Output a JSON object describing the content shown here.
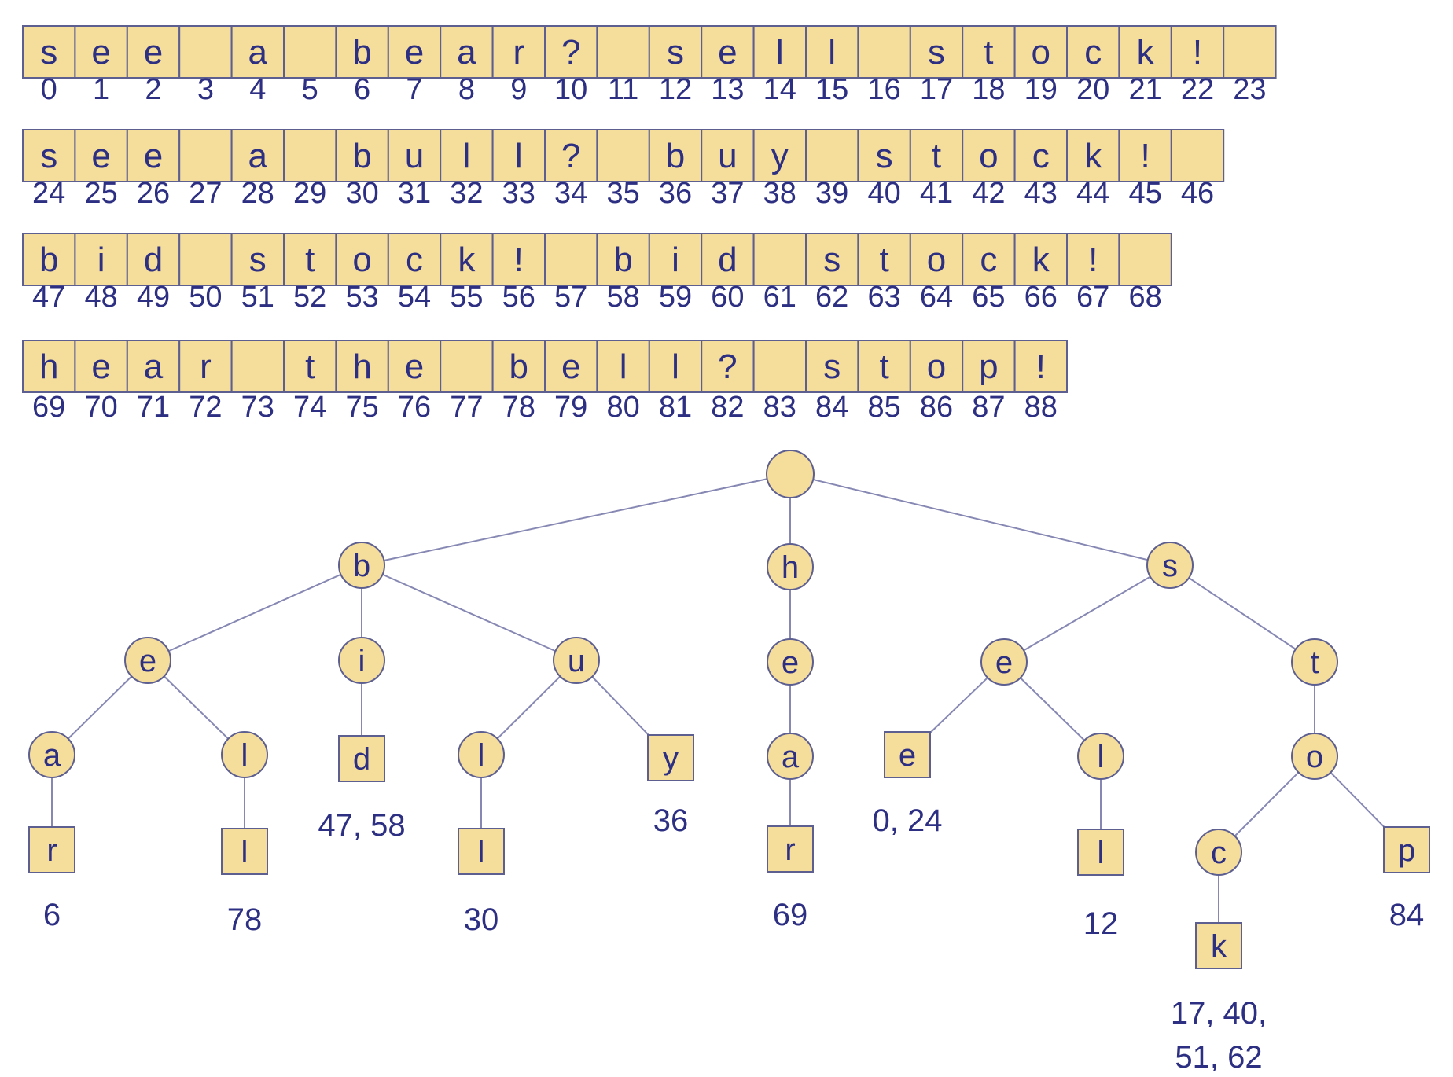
{
  "strings": [
    {
      "chars": [
        "s",
        "e",
        "e",
        " ",
        "a",
        " ",
        "b",
        "e",
        "a",
        "r",
        "?",
        " ",
        "s",
        "e",
        "l",
        "l",
        " ",
        "s",
        "t",
        "o",
        "c",
        "k",
        "!",
        " "
      ],
      "indices": [
        "0",
        "1",
        "2",
        "3",
        "4",
        "5",
        "6",
        "7",
        "8",
        "9",
        "10",
        "11",
        "12",
        "13",
        "14",
        "15",
        "16",
        "17",
        "18",
        "19",
        "20",
        "21",
        "22",
        "23"
      ]
    },
    {
      "chars": [
        "s",
        "e",
        "e",
        " ",
        "a",
        " ",
        "b",
        "u",
        "l",
        "l",
        "?",
        " ",
        "b",
        "u",
        "y",
        " ",
        "s",
        "t",
        "o",
        "c",
        "k",
        "!",
        " "
      ],
      "indices": [
        "24",
        "25",
        "26",
        "27",
        "28",
        "29",
        "30",
        "31",
        "32",
        "33",
        "34",
        "35",
        "36",
        "37",
        "38",
        "39",
        "40",
        "41",
        "42",
        "43",
        "44",
        "45",
        "46"
      ]
    },
    {
      "chars": [
        "b",
        "i",
        "d",
        " ",
        "s",
        "t",
        "o",
        "c",
        "k",
        "!",
        " ",
        "b",
        "i",
        "d",
        " ",
        "s",
        "t",
        "o",
        "c",
        "k",
        "!",
        " "
      ],
      "indices": [
        "47",
        "48",
        "49",
        "50",
        "51",
        "52",
        "53",
        "54",
        "55",
        "56",
        "57",
        "58",
        "59",
        "60",
        "61",
        "62",
        "63",
        "64",
        "65",
        "66",
        "67",
        "68"
      ]
    },
    {
      "chars": [
        "h",
        "e",
        "a",
        "r",
        " ",
        "t",
        "h",
        "e",
        " ",
        "b",
        "e",
        "l",
        "l",
        "?",
        " ",
        "s",
        "t",
        "o",
        "p",
        "!"
      ],
      "indices": [
        "69",
        "70",
        "71",
        "72",
        "73",
        "74",
        "75",
        "76",
        "77",
        "78",
        "79",
        "80",
        "81",
        "82",
        "83",
        "84",
        "85",
        "86",
        "87",
        "88"
      ]
    }
  ],
  "trie": {
    "nodes": [
      {
        "id": "root",
        "label": "",
        "shape": "circle"
      },
      {
        "id": "b",
        "label": "b",
        "shape": "circle",
        "parent": "root"
      },
      {
        "id": "h",
        "label": "h",
        "shape": "circle",
        "parent": "root"
      },
      {
        "id": "s",
        "label": "s",
        "shape": "circle",
        "parent": "root"
      },
      {
        "id": "be",
        "label": "e",
        "shape": "circle",
        "parent": "b"
      },
      {
        "id": "bi",
        "label": "i",
        "shape": "circle",
        "parent": "b"
      },
      {
        "id": "bu",
        "label": "u",
        "shape": "circle",
        "parent": "b"
      },
      {
        "id": "bea",
        "label": "a",
        "shape": "circle",
        "parent": "be"
      },
      {
        "id": "bel",
        "label": "l",
        "shape": "circle",
        "parent": "be"
      },
      {
        "id": "bid",
        "label": "d",
        "shape": "square",
        "parent": "bi",
        "occurrences": [
          "47, 58"
        ]
      },
      {
        "id": "bul",
        "label": "l",
        "shape": "circle",
        "parent": "bu"
      },
      {
        "id": "buy",
        "label": "y",
        "shape": "square",
        "parent": "bu",
        "occurrences": [
          "36"
        ]
      },
      {
        "id": "bear",
        "label": "r",
        "shape": "square",
        "parent": "bea",
        "occurrences": [
          "6"
        ]
      },
      {
        "id": "bell",
        "label": "l",
        "shape": "square",
        "parent": "bel",
        "occurrences": [
          "78"
        ]
      },
      {
        "id": "bull",
        "label": "l",
        "shape": "square",
        "parent": "bul",
        "occurrences": [
          "30"
        ]
      },
      {
        "id": "he",
        "label": "e",
        "shape": "circle",
        "parent": "h"
      },
      {
        "id": "hea",
        "label": "a",
        "shape": "circle",
        "parent": "he"
      },
      {
        "id": "hear",
        "label": "r",
        "shape": "square",
        "parent": "hea",
        "occurrences": [
          "69"
        ]
      },
      {
        "id": "se",
        "label": "e",
        "shape": "circle",
        "parent": "s"
      },
      {
        "id": "st",
        "label": "t",
        "shape": "circle",
        "parent": "s"
      },
      {
        "id": "see",
        "label": "e",
        "shape": "square",
        "parent": "se",
        "occurrences": [
          "0, 24"
        ]
      },
      {
        "id": "sel",
        "label": "l",
        "shape": "circle",
        "parent": "se"
      },
      {
        "id": "sell",
        "label": "l",
        "shape": "square",
        "parent": "sel",
        "occurrences": [
          "12"
        ]
      },
      {
        "id": "sto",
        "label": "o",
        "shape": "circle",
        "parent": "st"
      },
      {
        "id": "stoc",
        "label": "c",
        "shape": "circle",
        "parent": "sto"
      },
      {
        "id": "stop",
        "label": "p",
        "shape": "square",
        "parent": "sto",
        "occurrences": [
          "84"
        ]
      },
      {
        "id": "stock",
        "label": "k",
        "shape": "square",
        "parent": "stoc",
        "occurrences": [
          "17, 40,",
          "51, 62"
        ]
      }
    ]
  },
  "colors": {
    "fill": "#f5dd9c",
    "stroke": "#5d5f91",
    "text": "#2d2f82",
    "edge": "#8688b3"
  }
}
